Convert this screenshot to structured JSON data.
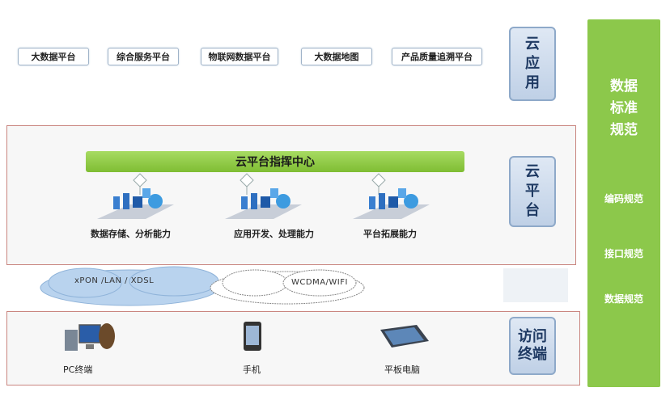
{
  "cloud_apps": [
    {
      "label": "大数据平台"
    },
    {
      "label": "综合服务平台"
    },
    {
      "label": "物联网数据平台"
    },
    {
      "label": "大数据地图"
    },
    {
      "label": "产品质量追溯平台"
    }
  ],
  "layers": {
    "cloud_app": [
      "云",
      "应",
      "用"
    ],
    "cloud_platform": [
      "云",
      "平",
      "台"
    ],
    "access_terminal": [
      "访问",
      "终端"
    ]
  },
  "standards": {
    "title": [
      "数据",
      "标准",
      "规范"
    ],
    "items": [
      "编码规范",
      "接口规范",
      "数据规范"
    ]
  },
  "platform": {
    "command_center": "云平台指挥中心",
    "capabilities": [
      {
        "label": "数据存储、分析能力"
      },
      {
        "label": "应用开发、处理能力"
      },
      {
        "label": "平台拓展能力"
      }
    ]
  },
  "networks": {
    "wired": "xPON  /LAN / XDSL",
    "wireless": "WCDMA/WIFI"
  },
  "terminals": [
    {
      "label": "PC终端"
    },
    {
      "label": "手机"
    },
    {
      "label": "平板电脑"
    }
  ],
  "colors": {
    "green": "#8cc84b",
    "blue_label": "#bfd0e6",
    "frame_border": "#c9857f"
  }
}
